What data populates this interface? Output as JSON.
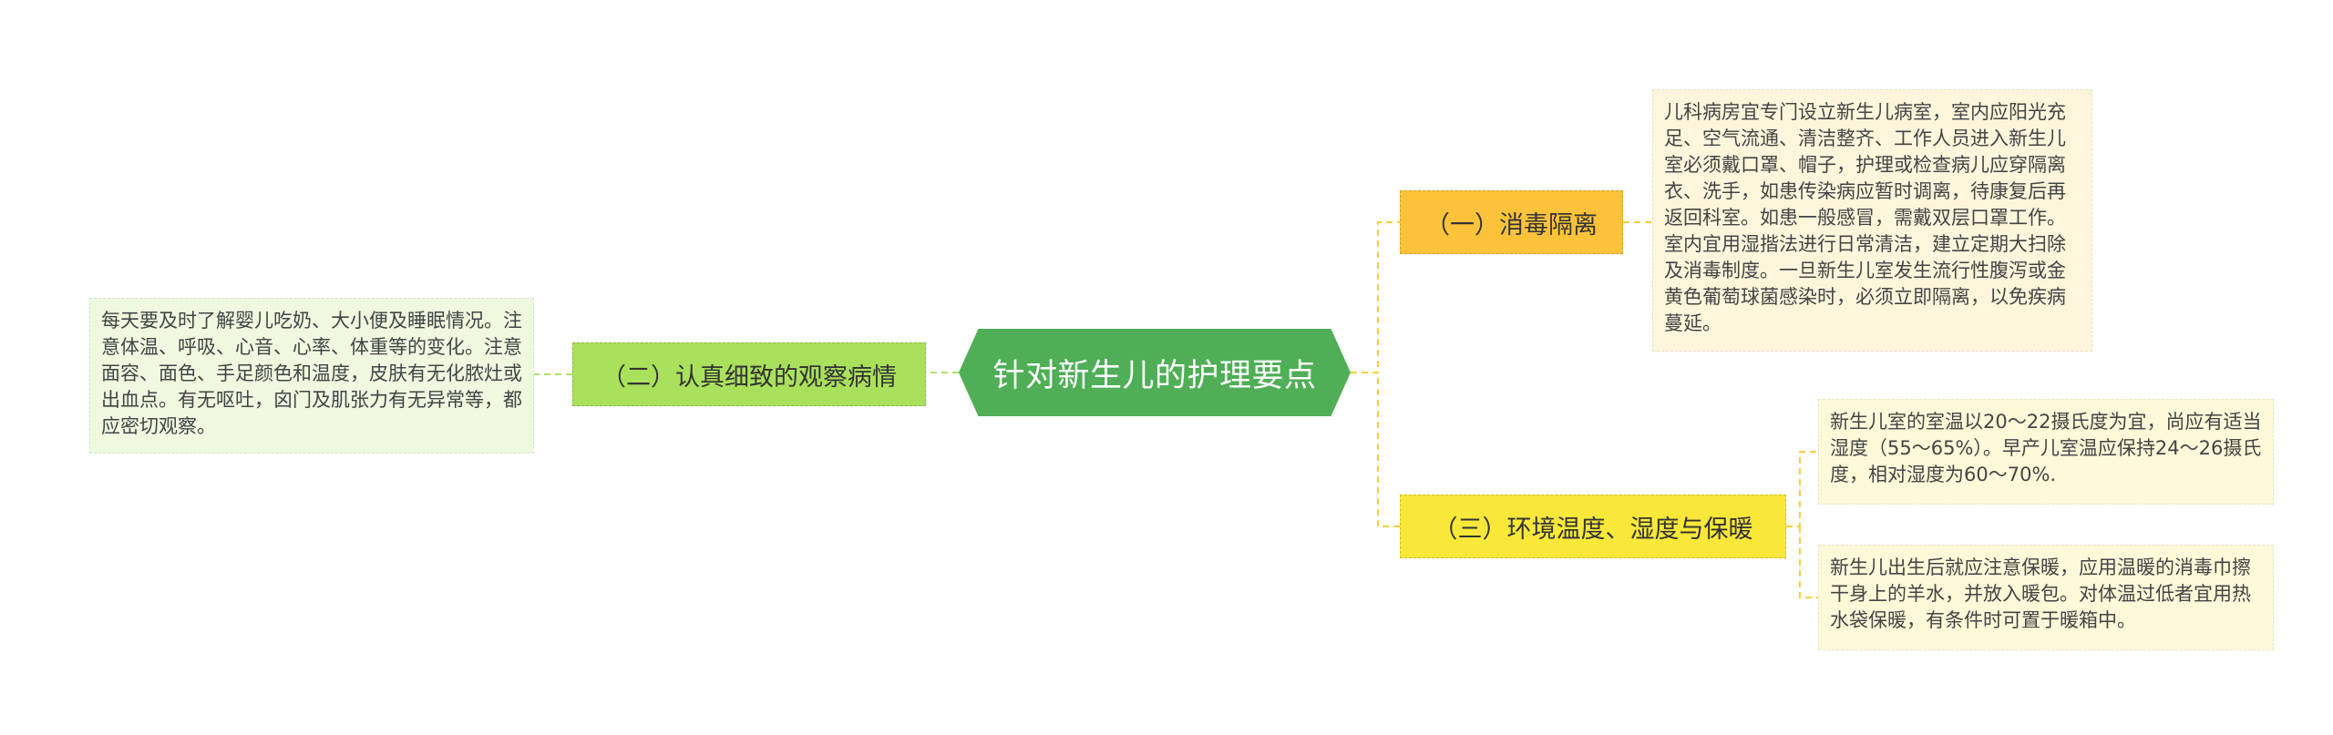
{
  "mindmap": {
    "root": "针对新生儿的护理要点",
    "branches": [
      {
        "label": "（一）消毒隔离",
        "leaves": [
          "儿科病房宜专门设立新生儿病室，室内应阳光充足、空气流通、清洁整齐、工作人员进入新生儿室必须戴口罩、帽子，护理或检查病儿应穿隔离衣、洗手，如患传染病应暂时调离，待康复后再返回科室。如患一般感冒，需戴双层口罩工作。室内宜用湿揩法进行日常清洁，建立定期大扫除及消毒制度。一旦新生儿室发生流行性腹泻或金黄色葡萄球菌感染时，必须立即隔离，以免疾病蔓延。"
        ]
      },
      {
        "label": "（二）认真细致的观察病情",
        "leaves": [
          "每天要及时了解婴儿吃奶、大小便及睡眠情况。注意体温、呼吸、心音、心率、体重等的变化。注意面容、面色、手足颜色和温度，皮肤有无化脓灶或出血点。有无呕吐，囟门及肌张力有无异常等，都应密切观察。"
        ]
      },
      {
        "label": "（三）环境温度、湿度与保暖",
        "leaves": [
          "新生儿室的室温以20～22摄氏度为宜，尚应有适当湿度（55～65%）。早产儿室温应保持24～26摄氏度，相对湿度为60～70%.",
          "新生儿出生后就应注意保暖，应用温暖的消毒巾擦干身上的羊水，并放入暖包。对体温过低者宜用热水袋保暖，有条件时可置于暖箱中。"
        ]
      }
    ]
  },
  "colors": {
    "root": "#4fae56",
    "branch_1": "#fcc33a",
    "branch_2": "#aae15c",
    "branch_3": "#f9e83a",
    "connector_right": "#f5cf3a",
    "connector_left": "#aee06a"
  }
}
